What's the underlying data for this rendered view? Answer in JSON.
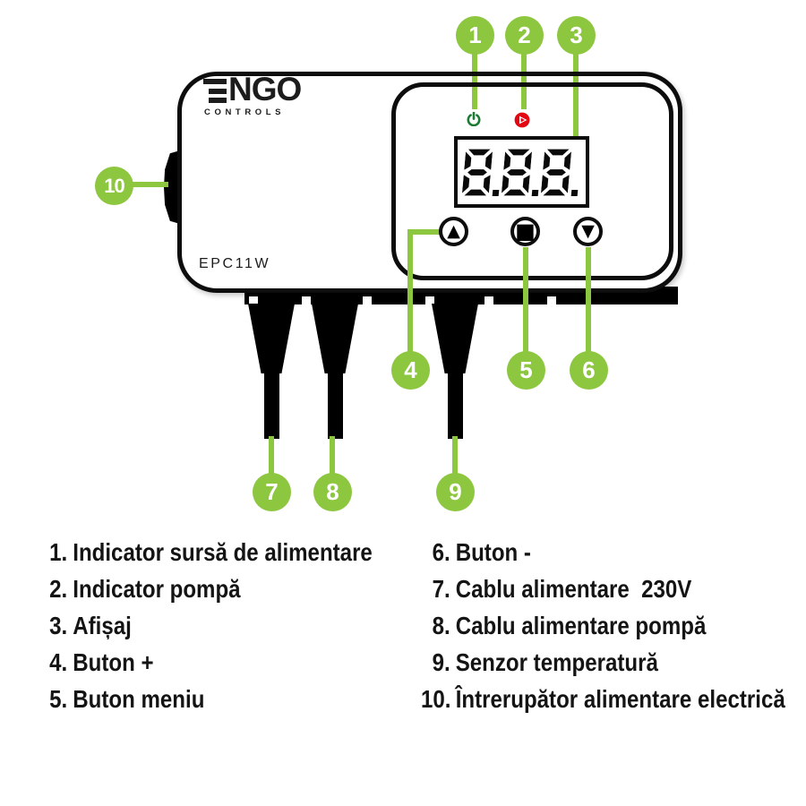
{
  "brand": {
    "name": "NGO",
    "full_name": "ENGO",
    "subtitle": "CONTROLS"
  },
  "device": {
    "model": "EPC11W",
    "display_value": "8.8.8.",
    "buttons": {
      "up": "▲",
      "menu": "■",
      "down": "▼"
    }
  },
  "colors": {
    "accent_green": "#8DC63F",
    "power_led_green": "#1E7B35",
    "pump_led_red": "#E30613",
    "ink_black": "#0d0d0d"
  },
  "callouts": {
    "c1": "1",
    "c2": "2",
    "c3": "3",
    "c4": "4",
    "c5": "5",
    "c6": "6",
    "c7": "7",
    "c8": "8",
    "c9": "9",
    "c10": "10"
  },
  "legend": {
    "left": [
      {
        "num": "1.",
        "label": "Indicator sursă de alimentare"
      },
      {
        "num": "2.",
        "label": "Indicator pompă"
      },
      {
        "num": "3.",
        "label": "Afișaj"
      },
      {
        "num": "4.",
        "label": "Buton +"
      },
      {
        "num": "5.",
        "label": "Buton meniu"
      }
    ],
    "right": [
      {
        "num": "6.",
        "label": "Buton -"
      },
      {
        "num": "7.",
        "label": "Cablu alimentare  230V"
      },
      {
        "num": "8.",
        "label": "Cablu alimentare pompă"
      },
      {
        "num": "9.",
        "label": "Senzor temperatură"
      },
      {
        "num": "10.",
        "label": "Întrerupător alimentare electrică"
      }
    ]
  }
}
